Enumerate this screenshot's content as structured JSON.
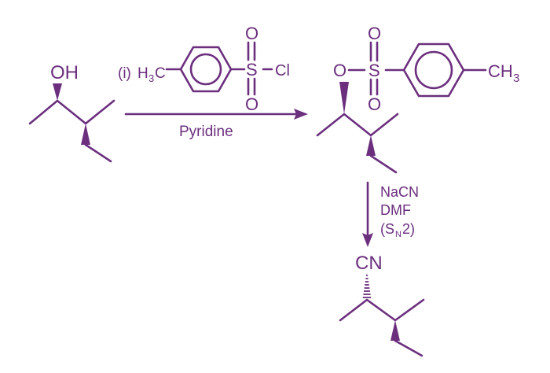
{
  "colors": {
    "ink": "#6b2f7e",
    "background": "#ffffff"
  },
  "reactant": {
    "oh_label": "OH"
  },
  "step1": {
    "step_marker": "(i)",
    "reagent_h": "H",
    "reagent_sub3": "3",
    "reagent_c": "C",
    "reagent_s": "S",
    "reagent_o_top": "O",
    "reagent_o_bottom": "O",
    "reagent_cl": "Cl",
    "condition": "Pyridine"
  },
  "tosylate": {
    "o_label": "O",
    "s_label": "S",
    "o_top": "O",
    "o_bottom": "O",
    "ch_label": "CH",
    "ch_sub": "3"
  },
  "step2": {
    "reagent": "NaCN",
    "solvent": "DMF",
    "mech_open": "(S",
    "mech_sub": "N",
    "mech_close": "2)"
  },
  "product": {
    "cn_label": "CN"
  }
}
